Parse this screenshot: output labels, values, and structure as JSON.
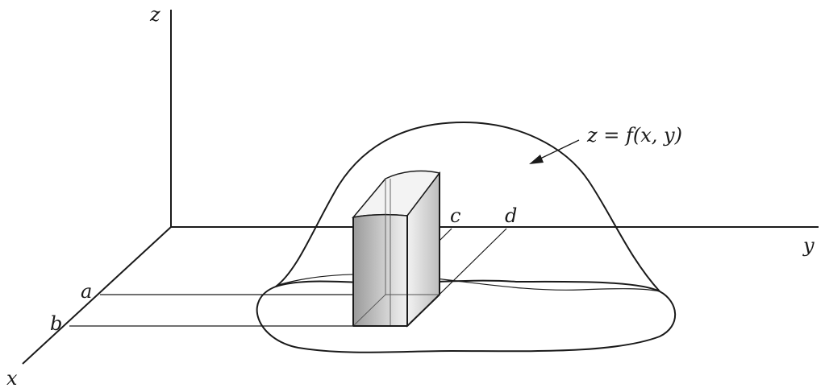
{
  "axes": {
    "x_label": "x",
    "y_label": "y",
    "z_label": "z"
  },
  "bounds": {
    "a_label": "a",
    "b_label": "b",
    "c_label": "c",
    "d_label": "d"
  },
  "surface": {
    "label": "z = f(x, y)"
  },
  "colors": {
    "ink": "#1a1a1a",
    "box_front_dark": "#9a9a9a",
    "box_front_light": "#e6e6e6",
    "box_side_dark": "#bdbdbd",
    "box_side_light": "#f2f2f2",
    "box_top": "#f3f3f3"
  }
}
